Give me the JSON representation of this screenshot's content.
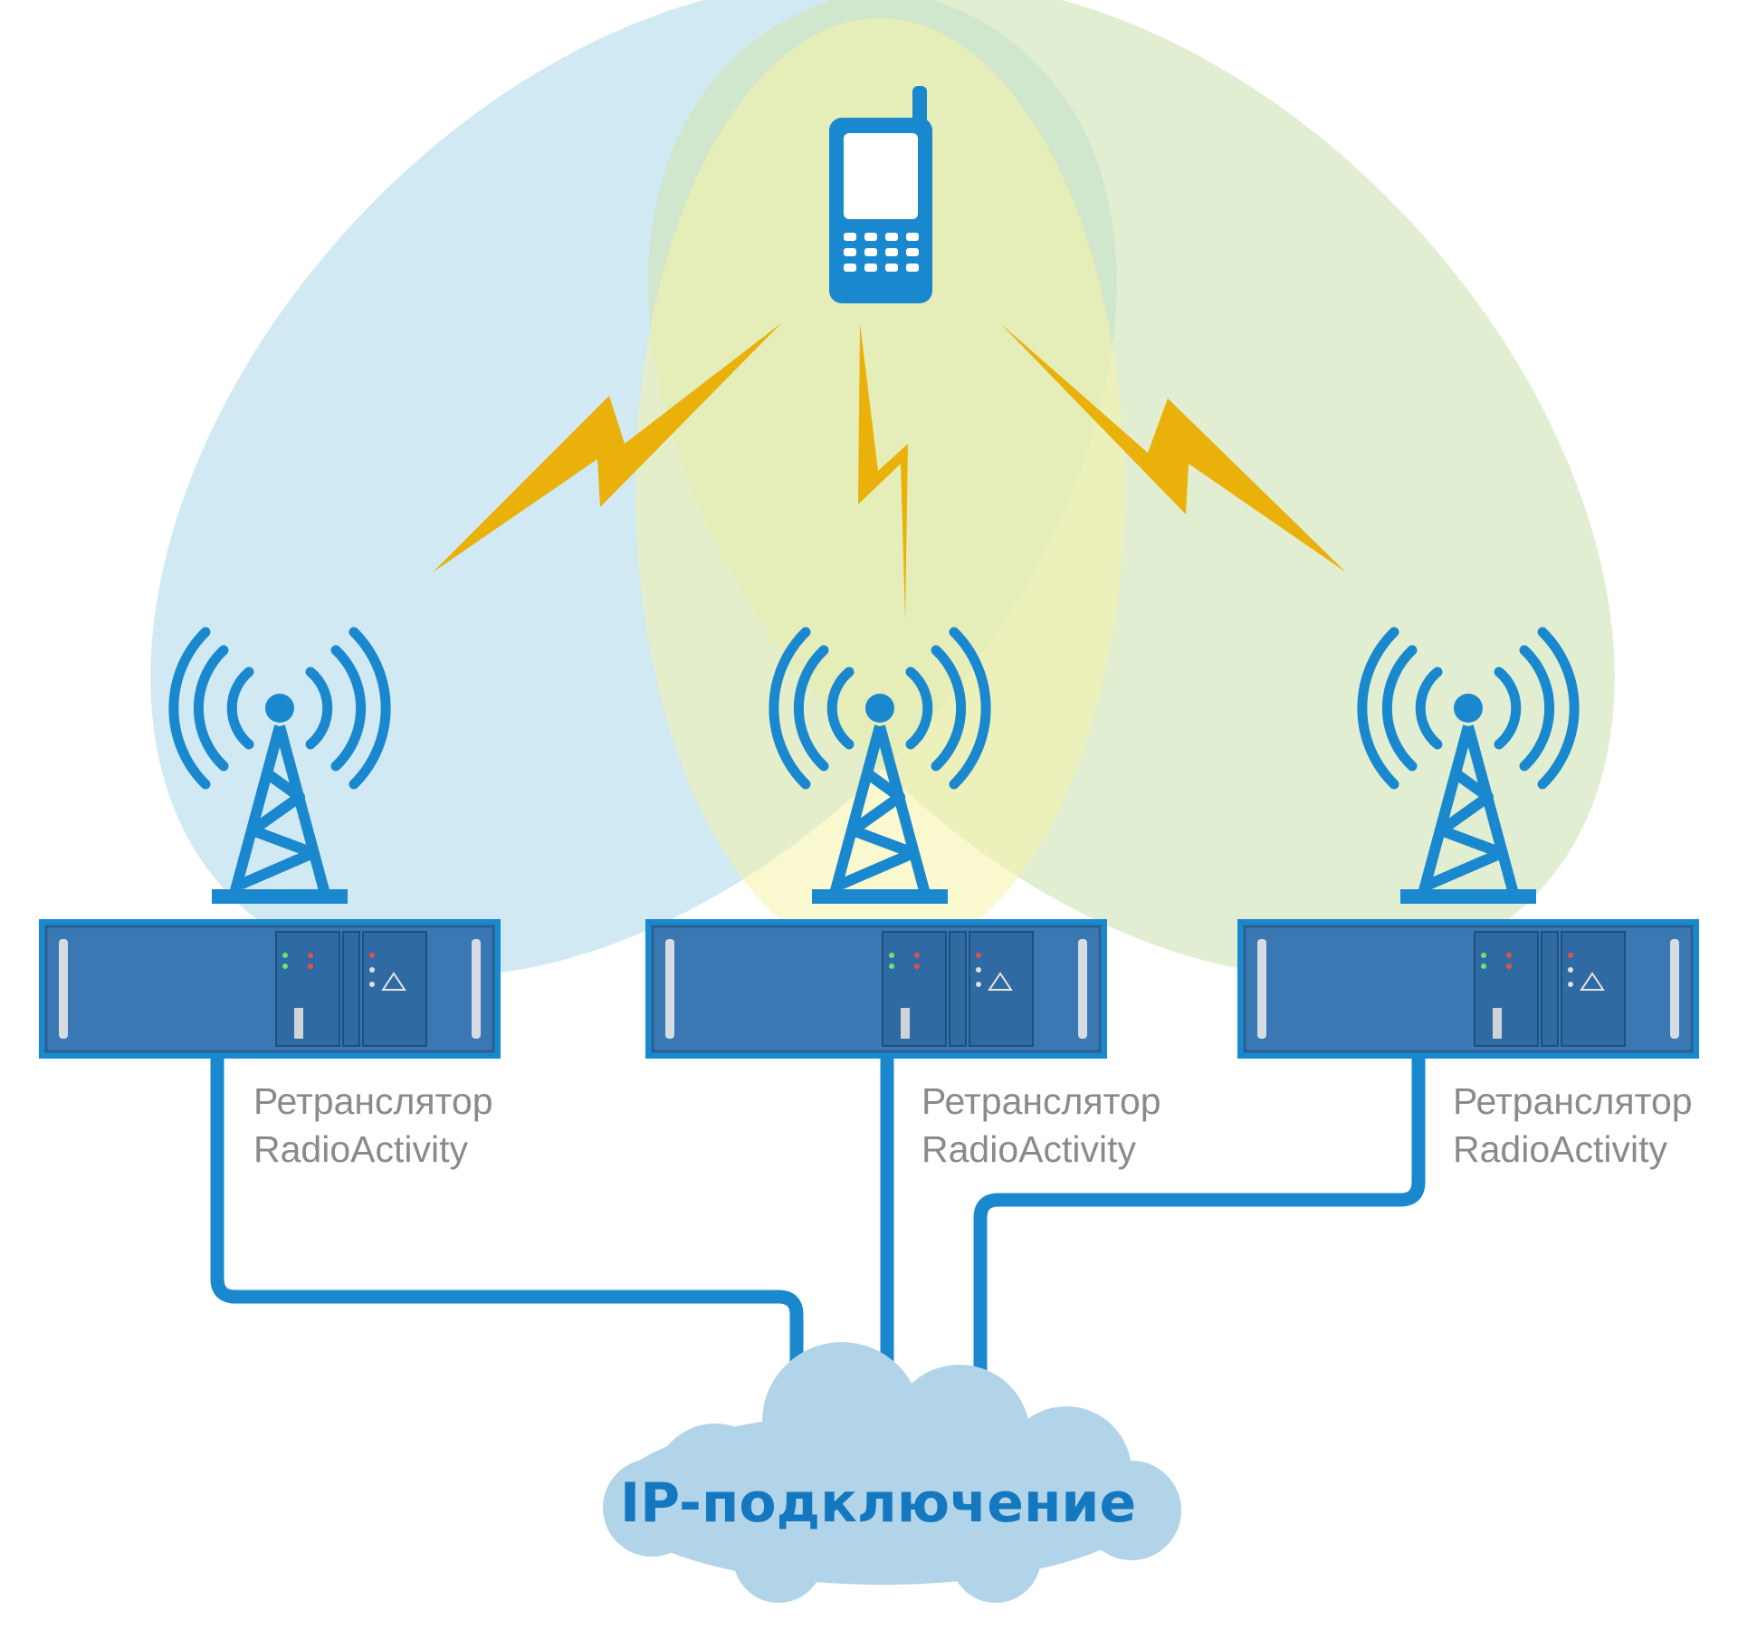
{
  "colors": {
    "primary_blue": "#1a88cf",
    "dark_blue": "#1478c0",
    "lightning": "#e9b10a",
    "zone_left": "#bfe0ee",
    "zone_center": "#f5f3a8",
    "zone_right": "#cfe3b4",
    "cloud": "#b2d4e8",
    "label_gray": "#8a8a8a",
    "rack_panel": "#3a78b4"
  },
  "icons": [
    "mobile-phone-icon",
    "lightning-icon",
    "radio-tower-icon",
    "repeater-rack-icon",
    "cloud-icon"
  ],
  "repeaters": [
    {
      "line1": "Ретранслятор",
      "line2": "RadioActivity"
    },
    {
      "line1": "Ретранслятор",
      "line2": "RadioActivity"
    },
    {
      "line1": "Ретранслятор",
      "line2": "RadioActivity"
    }
  ],
  "cloud": {
    "label": "IP-подключение"
  }
}
